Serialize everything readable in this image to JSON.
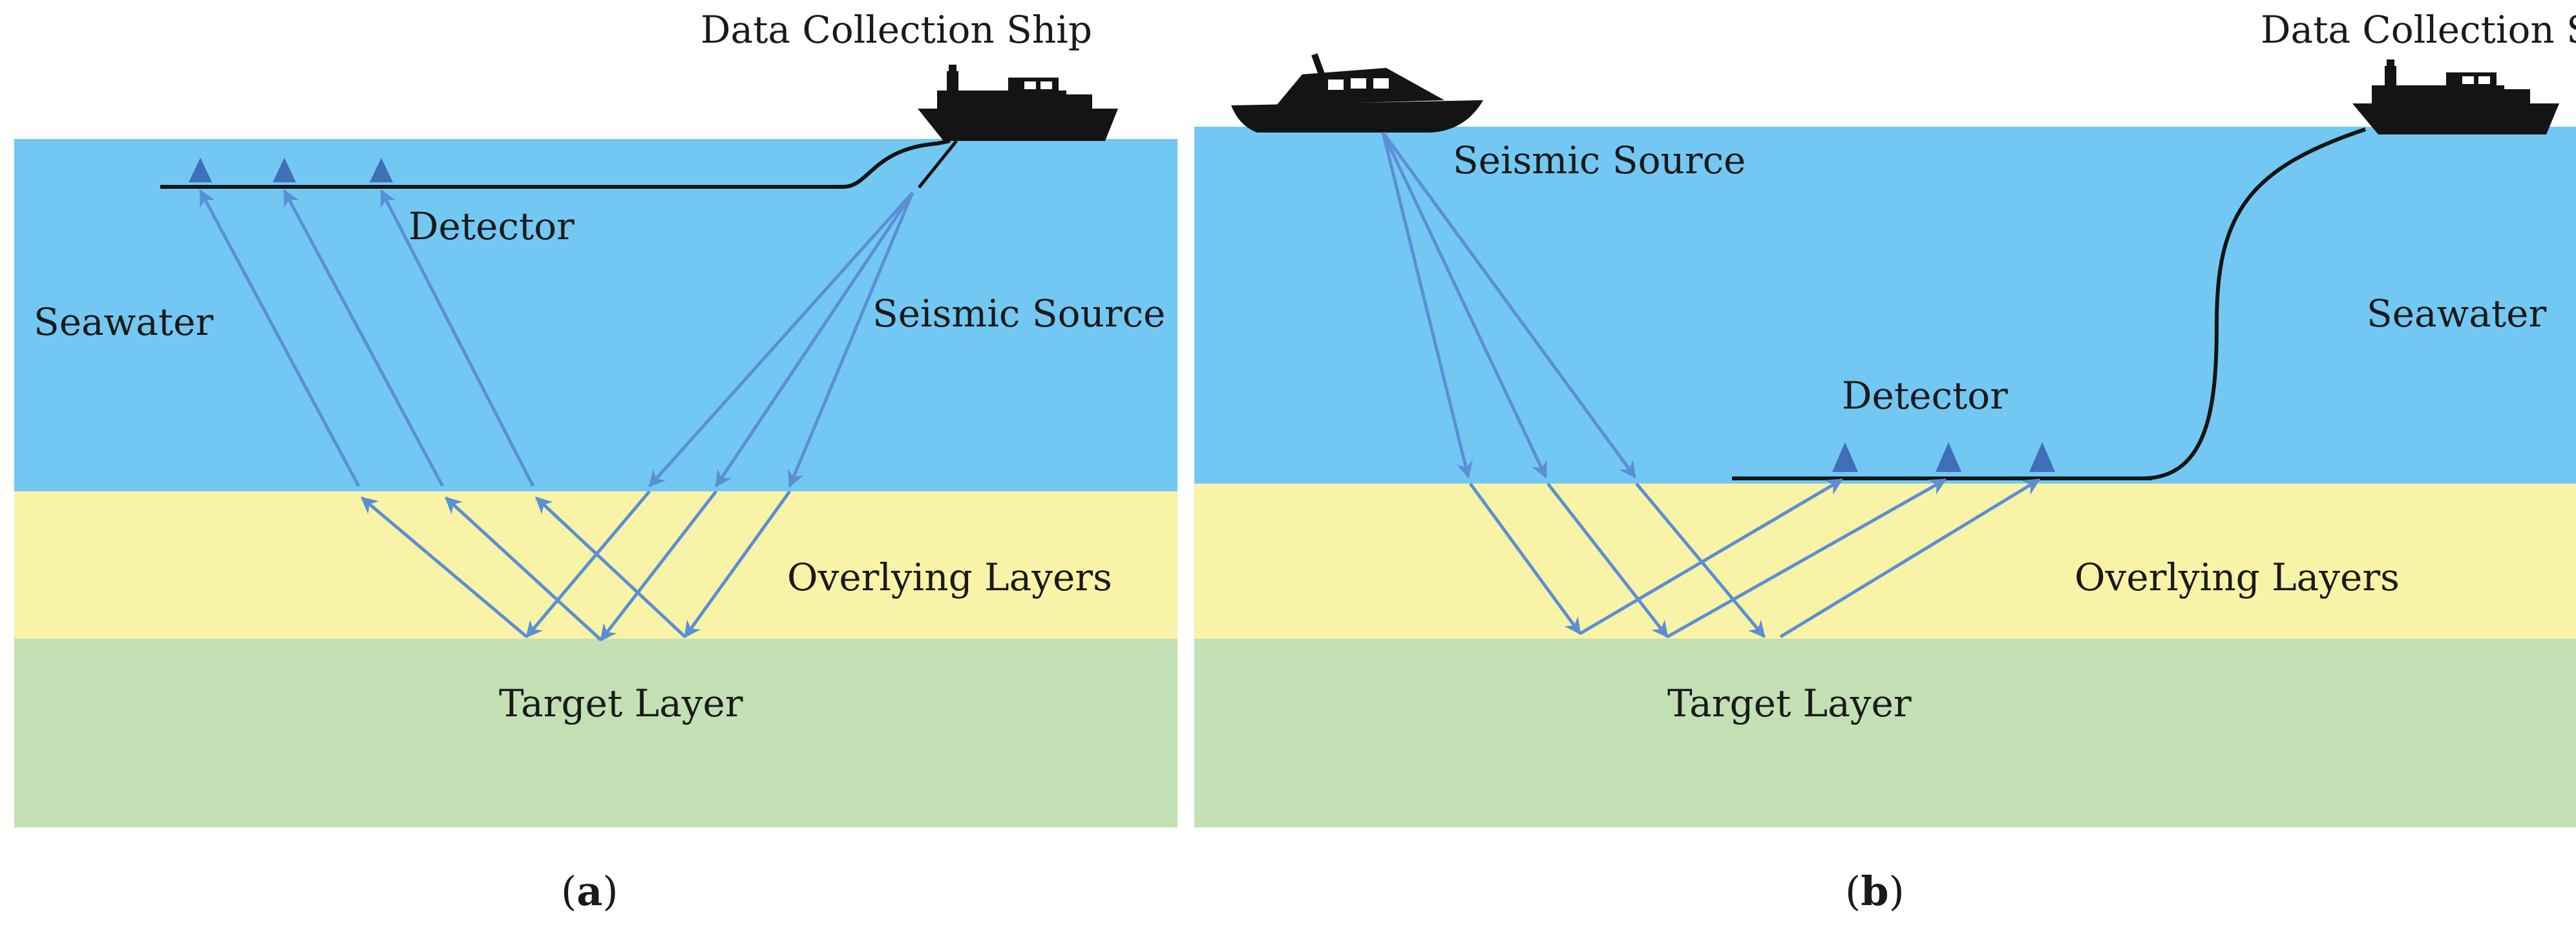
{
  "colors": {
    "seawater": "#72c8f2",
    "overlying": "#f8f3a6",
    "target": "#c2e0b4",
    "ray": "#5b8fd4",
    "detector": "#3f6fb8",
    "ship": "#141414",
    "cable": "#141414"
  },
  "panel_a": {
    "labels": {
      "ship": "Data Collection Ship",
      "detector": "Detector",
      "seawater": "Seawater",
      "source": "Seismic Source",
      "overlying": "Overlying Layers",
      "target": "Target Layer"
    },
    "caption": {
      "open": "(",
      "letter": "a",
      "close": ")"
    }
  },
  "panel_b": {
    "labels": {
      "ship": "Data Collection Ship",
      "source": "Seismic Source",
      "seawater": "Seawater",
      "detector": "Detector",
      "overlying": "Overlying Layers",
      "target": "Target Layer"
    },
    "caption": {
      "open": "(",
      "letter": "b",
      "close": ")"
    }
  },
  "icons": {
    "ship": "ship-icon",
    "source_ship": "motorboat-icon",
    "detector": "triangle-detector-icon"
  }
}
